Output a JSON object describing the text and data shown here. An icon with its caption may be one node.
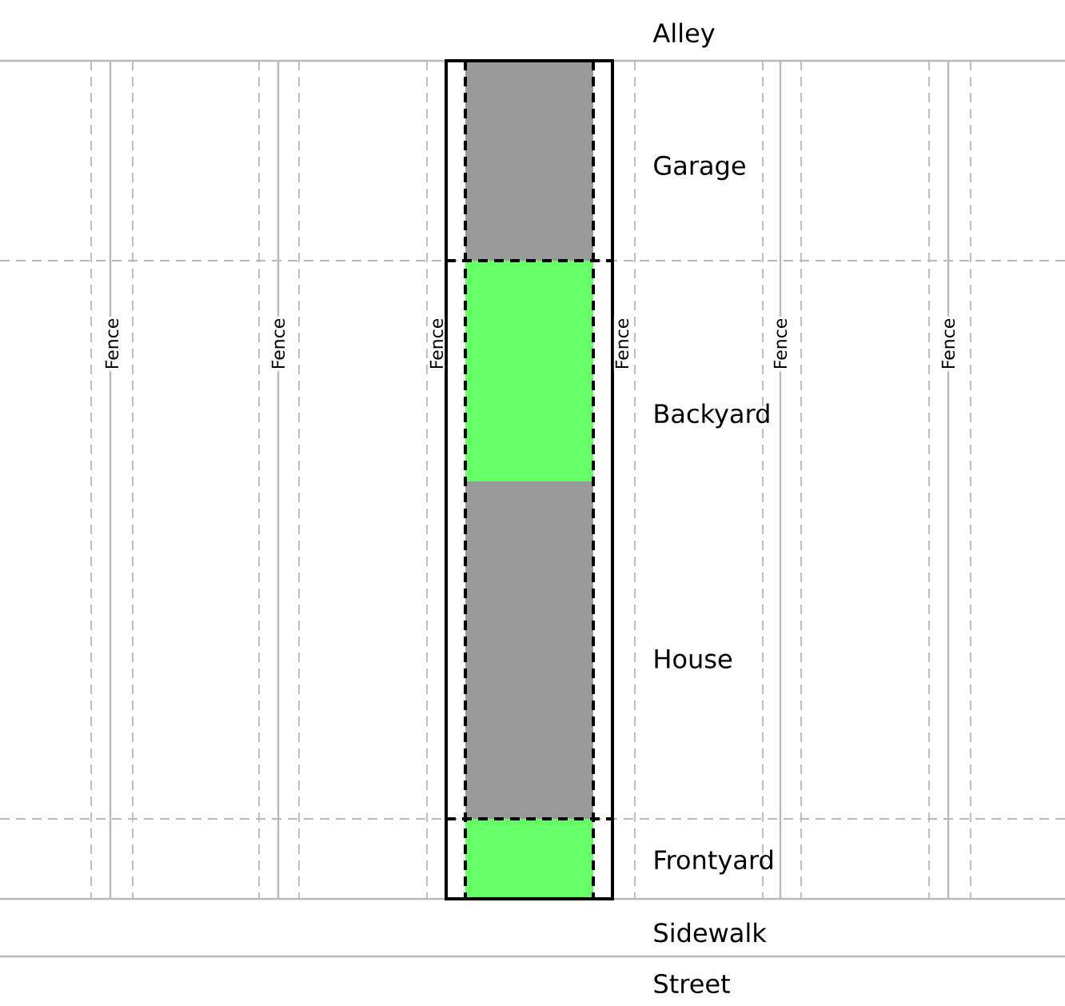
{
  "diagram": {
    "labels": [
      "Alley",
      "Garage",
      "Fence",
      "Fence",
      "Fence",
      "Fence",
      "Fence",
      "Fence",
      "Backyard",
      "House",
      "Frontyard",
      "Sidewalk",
      "Street"
    ]
  }
}
